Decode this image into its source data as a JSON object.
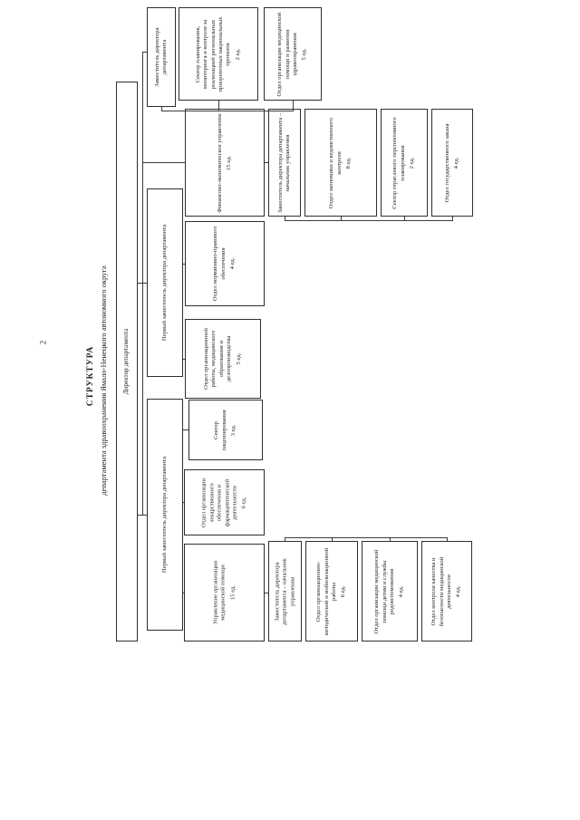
{
  "page": {
    "number": "2",
    "title": "СТРУКТУРА",
    "subtitle": "департамента здравоохранения Ямало-Ненецкого автономного округа"
  },
  "chart": {
    "type": "org-chart",
    "root_label": "Директор департамента",
    "nodes": [
      {
        "id": "director",
        "label": "Директор департамента",
        "units": ""
      },
      {
        "id": "deputy-top",
        "label": "Заместитель директора департамента",
        "units": "",
        "reports_to": "director"
      },
      {
        "id": "first-deputy-1",
        "label": "Первый заместитель директора департамента",
        "units": "",
        "reports_to": "director"
      },
      {
        "id": "first-deputy-2",
        "label": "Первый заместитель директора департамента",
        "units": "",
        "reports_to": "director"
      },
      {
        "id": "sector-planning",
        "label": "Сектор планирования, мониторинга и контроля за реализацией региональных приоритетных национальных проектов",
        "units": "2 ед.",
        "reports_to": "deputy-top"
      },
      {
        "id": "dept-med-help-dev",
        "label": "Отдел организации медицинской помощи и развития здравоохранения",
        "units": "5 ед.",
        "reports_to": "deputy-top"
      },
      {
        "id": "fin-econ",
        "label": "Финансово-экономическое управление",
        "units": "15 ед.",
        "reports_to": "director"
      },
      {
        "id": "deputy-head-fin",
        "label": "Заместитель директора департамента – начальник управления",
        "units": "",
        "reports_to": "fin-econ"
      },
      {
        "id": "dept-econ-control",
        "label": "Отдел экономики и ведомственного контроля",
        "units": "8 ед.",
        "reports_to": "deputy-head-fin"
      },
      {
        "id": "sector-branch-planning",
        "label": "Сектор отраслевого перспективного планирования",
        "units": "2 ед.",
        "reports_to": "deputy-head-fin"
      },
      {
        "id": "dept-state-order",
        "label": "Отдел государственного заказа",
        "units": "4 ед.",
        "reports_to": "deputy-head-fin"
      },
      {
        "id": "dept-legal",
        "label": "Отдел нормативно-правового обеспечения",
        "units": "4 ед.",
        "reports_to": "first-deputy-1"
      },
      {
        "id": "dept-org-work",
        "label": "Отдел организационной работы, медицинского образования и делопроизводства",
        "units": "5 ед.",
        "reports_to": "first-deputy-1"
      },
      {
        "id": "sector-licensing",
        "label": "Сектор лицензирования",
        "units": "3 ед.",
        "reports_to": "first-deputy-2"
      },
      {
        "id": "dept-drug-supply",
        "label": "Отдел организации лекарственного обеспечения и фармацевтической деятельности",
        "units": "6 ед.",
        "reports_to": "first-deputy-2"
      },
      {
        "id": "med-care-mgmt",
        "label": "Управление организации медицинской помощи",
        "units": "15 ед.",
        "reports_to": "first-deputy-2"
      },
      {
        "id": "deputy-head-med",
        "label": "Заместитель директора департамента – начальник управления",
        "units": "",
        "reports_to": "med-care-mgmt"
      },
      {
        "id": "dept-org-method",
        "label": "Отдел организационно-методической и мобилизационной работы",
        "units": "6 ед.",
        "reports_to": "deputy-head-med"
      },
      {
        "id": "dept-children-care",
        "label": "Отдел организации медицинской помощи детям и службы родовспоможения",
        "units": "4 ед.",
        "reports_to": "deputy-head-med"
      },
      {
        "id": "dept-quality-control",
        "label": "Отдел контроля качества и безопасности медицинской деятельности",
        "units": "4 ед.",
        "reports_to": "deputy-head-med"
      }
    ]
  }
}
